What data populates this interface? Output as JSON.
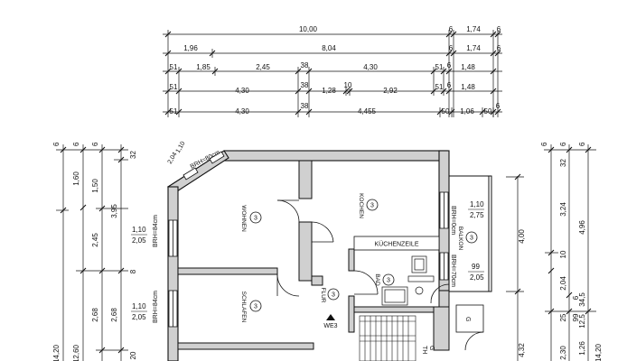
{
  "dims_top": {
    "r1": {
      "a": "10,00",
      "b": "6",
      "c": "1,74",
      "d": "6"
    },
    "r2": {
      "a": "1,96",
      "b": "8,04",
      "c": "6",
      "d": "1,74",
      "e": "6"
    },
    "r3": {
      "a": "51",
      "b": "1,85",
      "c": "2,45",
      "d": "38",
      "e": "4,30",
      "f": "51",
      "g": "6",
      "h": "1,48"
    },
    "r4": {
      "a": "51",
      "b": "4,30",
      "c": "38",
      "d": "1,28",
      "e": "10",
      "f": "2,92",
      "g": "51",
      "h": "6",
      "i": "1,48"
    },
    "r5": {
      "a": "51",
      "b": "4,30",
      "c": "38",
      "d": "4,455",
      "e": "50",
      "f": "1,06",
      "g": "50",
      "h": "6"
    }
  },
  "dims_left": {
    "top": [
      "6",
      "6",
      "6",
      "32"
    ],
    "c1": [
      "1,60",
      "14,20"
    ],
    "c2": [
      "1,50",
      "12,60"
    ],
    "c3": [
      "3,95",
      "2,45",
      "8",
      "2,68",
      "20"
    ],
    "c4": [
      "2,68"
    ]
  },
  "window_labels_left": {
    "w1": {
      "line1": "1,10",
      "line2": "2,05",
      "brh": "BRH=84cm"
    },
    "w2": {
      "line1": "1,10",
      "line2": "2,05",
      "brh": "BRH=84cm"
    }
  },
  "bay_window": {
    "line1": "1,10",
    "line2": "2,04",
    "brh": "BRH=80cm"
  },
  "dims_right": {
    "top": [
      "6",
      "6",
      "6",
      "32"
    ],
    "c1": [
      "3,24",
      "10",
      "2,04",
      "25",
      "2,30",
      "14,20"
    ],
    "c2": [
      "4,96",
      "99",
      "12,5",
      "1,26"
    ],
    "c3": [
      "4,00",
      "4,32"
    ],
    "small": [
      "34,5",
      "6"
    ]
  },
  "balcony_window": {
    "line1": "1,10",
    "line2": "2,75",
    "brh": "BRH=0cm"
  },
  "door_window": {
    "line1": "99",
    "line2": "2,05",
    "brh": "BRH=70cm"
  },
  "rooms": {
    "wohnen": {
      "num": "3",
      "name": "WOHNEN"
    },
    "kochen": {
      "num": "3",
      "name": "KOCHEN"
    },
    "schlafen": {
      "num": "3",
      "name": "SCHLAFEN"
    },
    "flur": {
      "num": "3",
      "name": "FLUR"
    },
    "bad": {
      "num": "3",
      "name": "BAD"
    },
    "balkon": {
      "num": "3",
      "name": "BALKON"
    }
  },
  "kitchenette": "KÜCHENZEILE",
  "unit": "WE3",
  "stair": {
    "g": "G",
    "th": "TH"
  },
  "corner_g": "G"
}
